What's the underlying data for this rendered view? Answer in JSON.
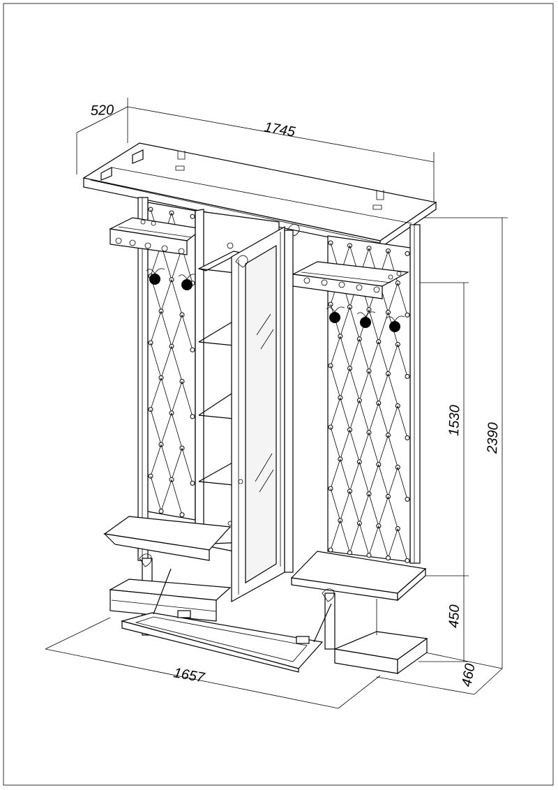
{
  "dimensions": {
    "depth_top": "520",
    "width_top": "1745",
    "height_total": "2390",
    "height_upper": "1530",
    "height_seat": "450",
    "depth_bottom": "460",
    "width_bottom": "1657"
  },
  "colors": {
    "line": "#000000",
    "paper": "#ffffff"
  }
}
